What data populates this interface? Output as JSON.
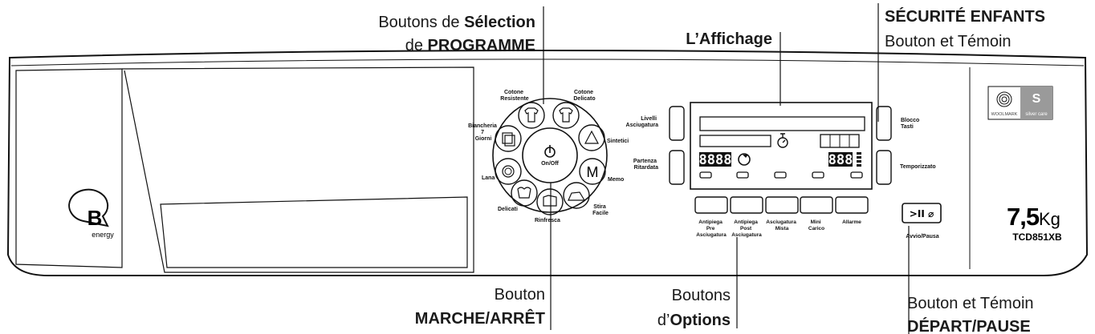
{
  "callouts": {
    "selection_l1": "Boutons de ",
    "selection_b1": "Sélection",
    "selection_l2": "de ",
    "selection_b2": "PROGRAMME",
    "affichage": "L’Affichage",
    "securite_b": "SÉCURITÉ ENFANTS",
    "securite_l2": "Bouton et Témoin",
    "onoff_l1": "Bouton",
    "onoff_b": "MARCHE/ARRÊT",
    "options_l1": "Boutons",
    "options_l2": "d’",
    "options_b": "Options",
    "depart_l1": "Bouton et Témoin",
    "depart_b": "DÉPART/PAUSE"
  },
  "dial": {
    "onoff": "On/Off",
    "onoff_icon": "power-icon",
    "memo_symbol": "M",
    "programs": {
      "cotone_resistente": [
        "Cotone",
        "Resistente"
      ],
      "cotone_delicato": [
        "Cotone",
        "Delicato"
      ],
      "sintetici": "Sintetici",
      "memo": "Memo",
      "stira_facile": [
        "Stira",
        "Facile"
      ],
      "rinfresca": "Rinfresca",
      "delicati": "Delicati",
      "lana": "Lana",
      "biancheria": [
        "Biancheria",
        "7",
        "Giorni"
      ]
    }
  },
  "panel": {
    "livelli": [
      "Livelli",
      "Asciugatura"
    ],
    "partenza": [
      "Partenza",
      "Ritardata"
    ],
    "blocco": [
      "Blocco",
      "Tasti"
    ],
    "temporizzato": "Temporizzato",
    "display_left": "8888",
    "display_right": "888",
    "avvio": "Avvio/Pausa",
    "avvio_symbol": ">II ⌀"
  },
  "options": {
    "antipiega_pre": [
      "Antipiega",
      "Pre",
      "Asciugatura"
    ],
    "antipiega_post": [
      "Antipiega",
      "Post",
      "Asciugatura"
    ],
    "asciugatura_mista": [
      "Asciugatura",
      "Mista"
    ],
    "mini_carico": [
      "Mini",
      "Carico"
    ],
    "allarme": "Allarme"
  },
  "branding": {
    "energy_letter": "B",
    "energy_word": "energy",
    "woolmark": "WOOLMARK",
    "silver_care": "silver care",
    "capacity_big": "7,5",
    "capacity_unit": "Kg",
    "model": "TCD851XB"
  }
}
